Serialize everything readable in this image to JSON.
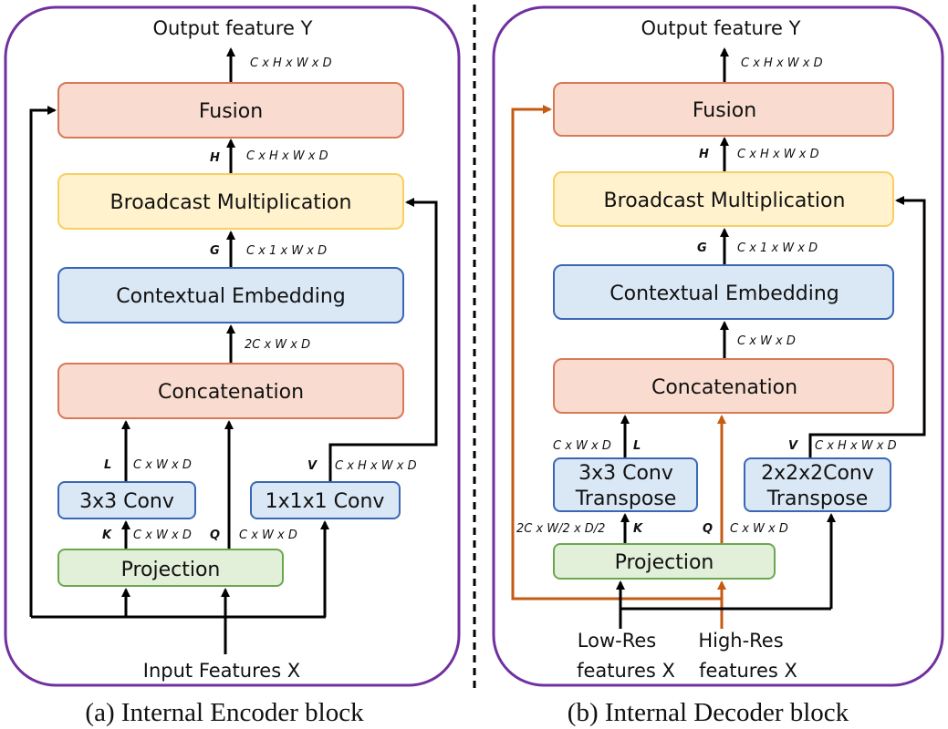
{
  "colors": {
    "frame": "#7030a0",
    "orange_fill": "#f9dccf",
    "orange_stroke": "#d8795a",
    "yellow_fill": "#fff2cc",
    "yellow_stroke": "#f7cf62",
    "blue_fill": "#dae7f5",
    "blue_stroke": "#3a67b4",
    "green_fill": "#e2efd9",
    "green_stroke": "#6aa84f",
    "arrow_black": "#000000",
    "arrow_orange": "#c55a11"
  },
  "encoder": {
    "output": "Output feature Y",
    "out_dim": "C x H x W x D",
    "fusion": "Fusion",
    "h_label": "H",
    "h_dim": "C x H x W x D",
    "broadcast": "Broadcast Multiplication",
    "g_label": "G",
    "g_dim": "C x 1 x W x D",
    "contextual": "Contextual  Embedding",
    "concat_dim": "2C  x W x D",
    "concat": "Concatenation",
    "l_label": "L",
    "l_dim": "C x W x D",
    "v_label": "V",
    "v_dim": "C x H x W x D",
    "conv3": "3x3 Conv",
    "conv1": "1x1x1 Conv",
    "k_label": "K",
    "k_dim": "C x W x D",
    "q_label": "Q",
    "q_dim": "C x W x D",
    "projection": "Projection",
    "input": "Input Features X",
    "caption": "(a) Internal Encoder block"
  },
  "decoder": {
    "output": "Output feature Y",
    "out_dim": "C x H x W x D",
    "fusion": "Fusion",
    "h_label": "H",
    "h_dim": "C x H x W x D",
    "broadcast": "Broadcast Multiplication",
    "g_label": "G",
    "g_dim": "C x 1 x W x D",
    "contextual": "Contextual  Embedding",
    "concat_dim": "C  x W x D",
    "concat": "Concatenation",
    "l_dim": "C x W x D",
    "l_label": "L",
    "v_label": "V",
    "v_dim": "C x H x W x D",
    "conv3_line1": "3x3 Conv",
    "conv3_line2": "Transpose",
    "conv2_line1": "2x2x2Conv",
    "conv2_line2": "Transpose",
    "k_dim": "2C x W/2 x D/2",
    "k_label": "K",
    "q_label": "Q",
    "q_dim": "C x W x D",
    "projection": "Projection",
    "low_line1": "Low-Res",
    "low_line2": "features X",
    "high_line1": "High-Res",
    "high_line2": "features X",
    "caption": "(b) Internal Decoder block"
  }
}
